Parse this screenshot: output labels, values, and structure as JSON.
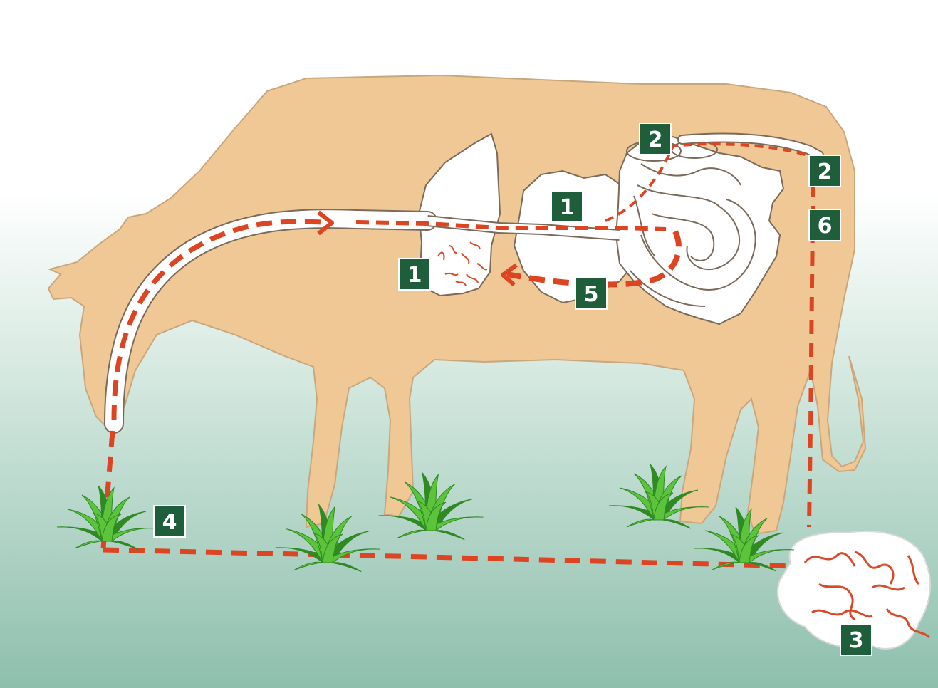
{
  "colors": {
    "cow_body": "#f0c896",
    "cow_outline": "#c9a77c",
    "organ_fill": "#ffffff",
    "organ_outline": "#7a6a5a",
    "path_dash": "#dd4422",
    "badge_fill": "#1f5e3a",
    "badge_text": "#ffffff",
    "grass": "#5cc43a",
    "grass_dark": "#2f8a24",
    "background_top": "#ffffff",
    "background_bottom": "#8ebfad"
  },
  "badges": [
    {
      "id": "badge-1-rumen",
      "label": "1"
    },
    {
      "id": "badge-1-path",
      "label": "1"
    },
    {
      "id": "badge-2-intestine",
      "label": "2"
    },
    {
      "id": "badge-2-rectum",
      "label": "2"
    },
    {
      "id": "badge-3-dung",
      "label": "3"
    },
    {
      "id": "badge-4-pasture",
      "label": "4"
    },
    {
      "id": "badge-5-return",
      "label": "5"
    },
    {
      "id": "badge-6-excretion",
      "label": "6"
    }
  ],
  "icons": [
    "grass-tuft-icon",
    "arrow-head-icon",
    "worm-icon"
  ]
}
